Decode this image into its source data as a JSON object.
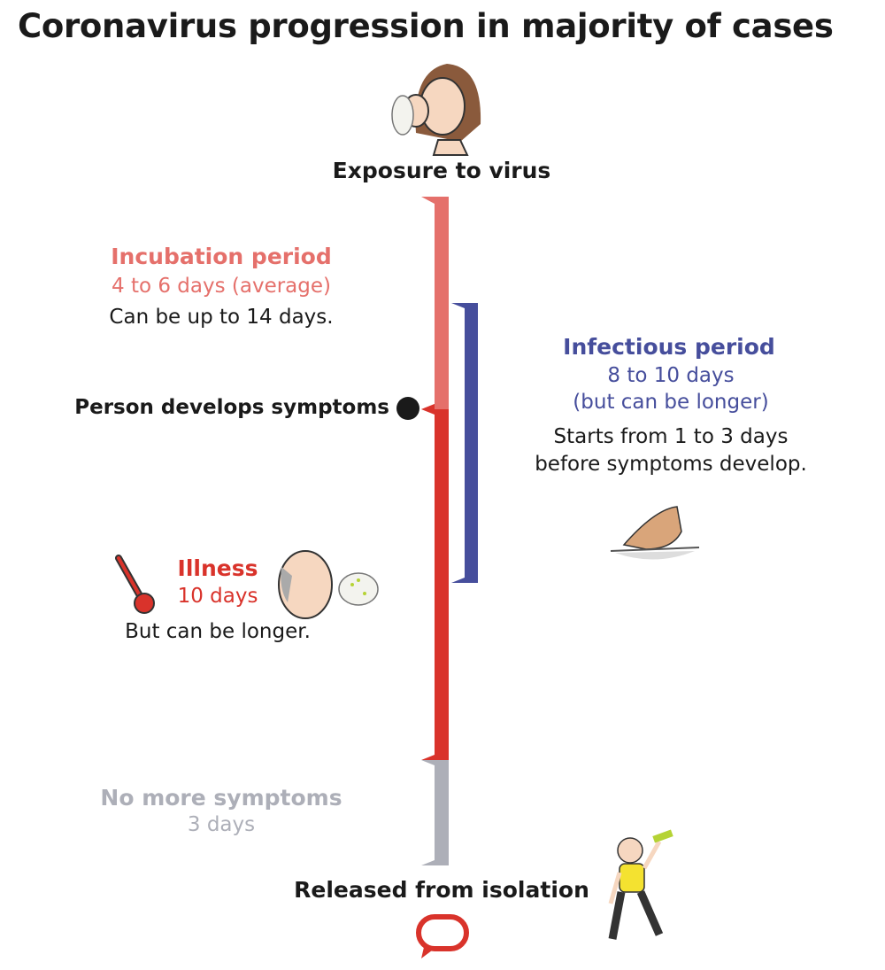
{
  "title": "Coronavirus progression in majority of cases",
  "stages": {
    "exposure": "Exposure to virus",
    "incubation": {
      "label": "Incubation period",
      "duration": "4 to 6 days (average)",
      "note": "Can be up to 14 days."
    },
    "symptoms": "Person develops symptoms",
    "infectious": {
      "label": "Infectious period",
      "duration": "8 to 10 days",
      "duration_note": "(but can be longer)",
      "note_line1": "Starts from 1 to 3 days",
      "note_line2": "before symptoms develop."
    },
    "illness": {
      "label": "Illness",
      "duration": "10 days",
      "note": "But can be longer."
    },
    "recovery": {
      "label": "No more symptoms",
      "duration": "3 days"
    },
    "release": "Released from isolation"
  },
  "colors": {
    "incubation": "#e5706b",
    "illness": "#d9332b",
    "infectious": "#464e9c",
    "recovery": "#adafb8",
    "text": "#1a1a1a"
  }
}
